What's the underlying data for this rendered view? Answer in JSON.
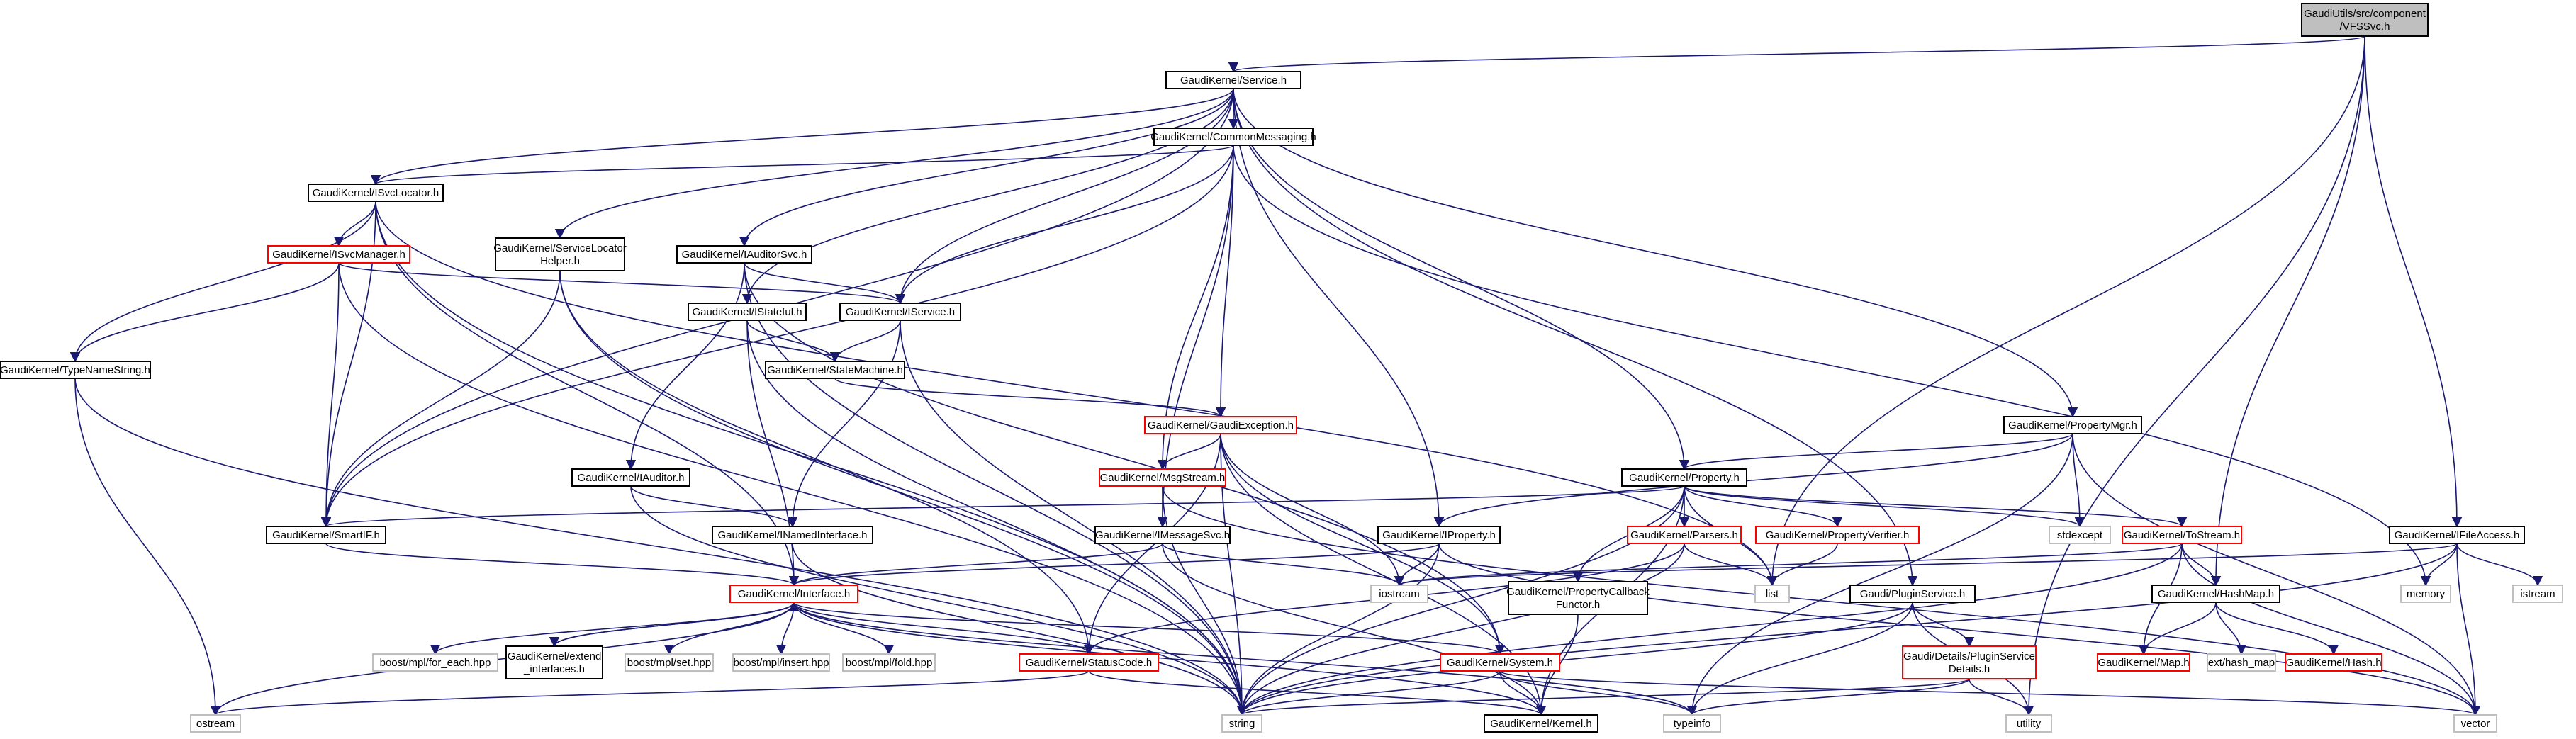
{
  "colors": {
    "edge": "#191970",
    "box_black": "#000000",
    "box_red": "#ff0000",
    "box_gray": "#bfbfbf",
    "root_fill": "#bfbfbf",
    "node_fill": "#ffffff",
    "text": "#000000"
  },
  "nodes": [
    {
      "id": "root",
      "label": "GaudiUtils/src/component\n/VFSSvc.h",
      "style": "root"
    },
    {
      "id": "service",
      "label": "GaudiKernel/Service.h",
      "style": "black"
    },
    {
      "id": "commonmsg",
      "label": "GaudiKernel/CommonMessaging.h",
      "style": "black"
    },
    {
      "id": "isvclocator",
      "label": "GaudiKernel/ISvcLocator.h",
      "style": "black"
    },
    {
      "id": "isvcmanager",
      "label": "GaudiKernel/ISvcManager.h",
      "style": "red"
    },
    {
      "id": "servicelocatorhelper",
      "label": "GaudiKernel/ServiceLocator\nHelper.h",
      "style": "black"
    },
    {
      "id": "iauditorsvc",
      "label": "GaudiKernel/IAuditorSvc.h",
      "style": "black"
    },
    {
      "id": "istateful",
      "label": "GaudiKernel/IStateful.h",
      "style": "black"
    },
    {
      "id": "iservice",
      "label": "GaudiKernel/IService.h",
      "style": "black"
    },
    {
      "id": "statemachine",
      "label": "GaudiKernel/StateMachine.h",
      "style": "black"
    },
    {
      "id": "typenamestring",
      "label": "GaudiKernel/TypeNameString.h",
      "style": "black"
    },
    {
      "id": "gaudiexception",
      "label": "GaudiKernel/GaudiException.h",
      "style": "red"
    },
    {
      "id": "iauditor",
      "label": "GaudiKernel/IAuditor.h",
      "style": "black"
    },
    {
      "id": "msgstream",
      "label": "GaudiKernel/MsgStream.h",
      "style": "red"
    },
    {
      "id": "smartif",
      "label": "GaudiKernel/SmartIF.h",
      "style": "black"
    },
    {
      "id": "inamedinterface",
      "label": "GaudiKernel/INamedInterface.h",
      "style": "black"
    },
    {
      "id": "imessagesvc",
      "label": "GaudiKernel/IMessageSvc.h",
      "style": "black"
    },
    {
      "id": "iproperty",
      "label": "GaudiKernel/IProperty.h",
      "style": "black"
    },
    {
      "id": "propertymgr",
      "label": "GaudiKernel/PropertyMgr.h",
      "style": "black"
    },
    {
      "id": "property",
      "label": "GaudiKernel/Property.h",
      "style": "black"
    },
    {
      "id": "parsers",
      "label": "GaudiKernel/Parsers.h",
      "style": "red"
    },
    {
      "id": "propertyverifier",
      "label": "GaudiKernel/PropertyVerifier.h",
      "style": "red"
    },
    {
      "id": "tostream",
      "label": "GaudiKernel/ToStream.h",
      "style": "red"
    },
    {
      "id": "ifileaccess",
      "label": "GaudiKernel/IFileAccess.h",
      "style": "black"
    },
    {
      "id": "propertycallback",
      "label": "GaudiKernel/PropertyCallback\nFunctor.h",
      "style": "black"
    },
    {
      "id": "interface",
      "label": "GaudiKernel/Interface.h",
      "style": "red"
    },
    {
      "id": "pluginservice",
      "label": "Gaudi/PluginService.h",
      "style": "black"
    },
    {
      "id": "hashmap",
      "label": "GaudiKernel/HashMap.h",
      "style": "black"
    },
    {
      "id": "for_each",
      "label": "boost/mpl/for_each.hpp",
      "style": "gray"
    },
    {
      "id": "extend",
      "label": "GaudiKernel/extend\n_interfaces.h",
      "style": "black"
    },
    {
      "id": "mplset",
      "label": "boost/mpl/set.hpp",
      "style": "gray"
    },
    {
      "id": "mplinsert",
      "label": "boost/mpl/insert.hpp",
      "style": "gray"
    },
    {
      "id": "mplfold",
      "label": "boost/mpl/fold.hpp",
      "style": "gray"
    },
    {
      "id": "statuscode",
      "label": "GaudiKernel/StatusCode.h",
      "style": "red"
    },
    {
      "id": "system",
      "label": "GaudiKernel/System.h",
      "style": "red"
    },
    {
      "id": "plugindetails",
      "label": "Gaudi/Details/PluginService\nDetails.h",
      "style": "red"
    },
    {
      "id": "map",
      "label": "GaudiKernel/Map.h",
      "style": "red"
    },
    {
      "id": "hashmap_ext",
      "label": "ext/hash_map",
      "style": "gray"
    },
    {
      "id": "hash",
      "label": "GaudiKernel/Hash.h",
      "style": "red"
    },
    {
      "id": "stdexcept",
      "label": "stdexcept",
      "style": "gray"
    },
    {
      "id": "iostream",
      "label": "iostream",
      "style": "gray"
    },
    {
      "id": "list",
      "label": "list",
      "style": "gray"
    },
    {
      "id": "memory",
      "label": "memory",
      "style": "gray"
    },
    {
      "id": "istream",
      "label": "istream",
      "style": "gray"
    },
    {
      "id": "ostream",
      "label": "ostream",
      "style": "gray"
    },
    {
      "id": "string",
      "label": "string",
      "style": "gray"
    },
    {
      "id": "kernel",
      "label": "GaudiKernel/Kernel.h",
      "style": "black"
    },
    {
      "id": "typeinfo",
      "label": "typeinfo",
      "style": "gray"
    },
    {
      "id": "utility",
      "label": "utility",
      "style": "gray"
    },
    {
      "id": "vector",
      "label": "vector",
      "style": "gray"
    }
  ],
  "edges": [
    [
      "root",
      "service"
    ],
    [
      "root",
      "ifileaccess"
    ],
    [
      "root",
      "hashmap"
    ],
    [
      "root",
      "list"
    ],
    [
      "root",
      "utility"
    ],
    [
      "service",
      "commonmsg"
    ],
    [
      "service",
      "isvclocator"
    ],
    [
      "service",
      "servicelocatorhelper"
    ],
    [
      "service",
      "iauditorsvc"
    ],
    [
      "service",
      "istateful"
    ],
    [
      "service",
      "iservice"
    ],
    [
      "service",
      "smartif"
    ],
    [
      "service",
      "iproperty"
    ],
    [
      "service",
      "property"
    ],
    [
      "service",
      "propertymgr"
    ],
    [
      "service",
      "pluginservice"
    ],
    [
      "commonmsg",
      "isvclocator"
    ],
    [
      "commonmsg",
      "iservice"
    ],
    [
      "commonmsg",
      "smartif"
    ],
    [
      "commonmsg",
      "gaudiexception"
    ],
    [
      "commonmsg",
      "msgstream"
    ],
    [
      "commonmsg",
      "imessagesvc"
    ],
    [
      "commonmsg",
      "memory"
    ],
    [
      "isvclocator",
      "isvcmanager"
    ],
    [
      "isvclocator",
      "typenamestring"
    ],
    [
      "isvclocator",
      "smartif"
    ],
    [
      "isvclocator",
      "interface"
    ],
    [
      "isvclocator",
      "string"
    ],
    [
      "isvclocator",
      "list"
    ],
    [
      "isvcmanager",
      "iservice"
    ],
    [
      "isvcmanager",
      "typenamestring"
    ],
    [
      "isvcmanager",
      "smartif"
    ],
    [
      "isvcmanager",
      "string"
    ],
    [
      "servicelocatorhelper",
      "smartif"
    ],
    [
      "servicelocatorhelper",
      "statuscode"
    ],
    [
      "servicelocatorhelper",
      "string"
    ],
    [
      "iauditorsvc",
      "iservice"
    ],
    [
      "iauditorsvc",
      "iauditor"
    ],
    [
      "iauditorsvc",
      "system"
    ],
    [
      "iauditorsvc",
      "string"
    ],
    [
      "istateful",
      "statemachine"
    ],
    [
      "istateful",
      "interface"
    ],
    [
      "istateful",
      "string"
    ],
    [
      "iservice",
      "statemachine"
    ],
    [
      "iservice",
      "inamedinterface"
    ],
    [
      "iservice",
      "string"
    ],
    [
      "statemachine",
      "gaudiexception"
    ],
    [
      "typenamestring",
      "string"
    ],
    [
      "typenamestring",
      "ostream"
    ],
    [
      "gaudiexception",
      "msgstream"
    ],
    [
      "gaudiexception",
      "statuscode"
    ],
    [
      "gaudiexception",
      "system"
    ],
    [
      "gaudiexception",
      "string"
    ],
    [
      "gaudiexception",
      "iostream"
    ],
    [
      "gaudiexception",
      "kernel"
    ],
    [
      "iauditor",
      "inamedinterface"
    ],
    [
      "iauditor",
      "string"
    ],
    [
      "msgstream",
      "imessagesvc"
    ],
    [
      "msgstream",
      "string"
    ],
    [
      "msgstream",
      "vector"
    ],
    [
      "smartif",
      "interface"
    ],
    [
      "inamedinterface",
      "interface"
    ],
    [
      "inamedinterface",
      "string"
    ],
    [
      "imessagesvc",
      "interface"
    ],
    [
      "imessagesvc",
      "kernel"
    ],
    [
      "imessagesvc",
      "iostream"
    ],
    [
      "iproperty",
      "interface"
    ],
    [
      "iproperty",
      "string"
    ],
    [
      "iproperty",
      "iostream"
    ],
    [
      "iproperty",
      "vector"
    ],
    [
      "propertymgr",
      "iproperty"
    ],
    [
      "propertymgr",
      "property"
    ],
    [
      "propertymgr",
      "stdexcept"
    ],
    [
      "propertymgr",
      "typeinfo"
    ],
    [
      "propertymgr",
      "vector"
    ],
    [
      "property",
      "smartif"
    ],
    [
      "property",
      "parsers"
    ],
    [
      "property",
      "propertyverifier"
    ],
    [
      "property",
      "tostream"
    ],
    [
      "property",
      "propertycallback"
    ],
    [
      "property",
      "string"
    ],
    [
      "property",
      "list"
    ],
    [
      "property",
      "stdexcept"
    ],
    [
      "property",
      "kernel"
    ],
    [
      "parsers",
      "statuscode"
    ],
    [
      "parsers",
      "list"
    ],
    [
      "parsers",
      "string"
    ],
    [
      "propertyverifier",
      "list"
    ],
    [
      "tostream",
      "hashmap"
    ],
    [
      "tostream",
      "map"
    ],
    [
      "tostream",
      "iostream"
    ],
    [
      "tostream",
      "string"
    ],
    [
      "tostream",
      "vector"
    ],
    [
      "ifileaccess",
      "iostream"
    ],
    [
      "ifileaccess",
      "memory"
    ],
    [
      "ifileaccess",
      "istream"
    ],
    [
      "ifileaccess",
      "string"
    ],
    [
      "ifileaccess",
      "vector"
    ],
    [
      "propertycallback",
      "kernel"
    ],
    [
      "interface",
      "for_each"
    ],
    [
      "interface",
      "extend"
    ],
    [
      "interface",
      "mplset"
    ],
    [
      "interface",
      "mplinsert"
    ],
    [
      "interface",
      "mplfold"
    ],
    [
      "interface",
      "statuscode"
    ],
    [
      "interface",
      "system"
    ],
    [
      "interface",
      "kernel"
    ],
    [
      "interface",
      "ostream"
    ],
    [
      "interface",
      "typeinfo"
    ],
    [
      "extend",
      "interface"
    ],
    [
      "statuscode",
      "ostream"
    ],
    [
      "statuscode",
      "kernel"
    ],
    [
      "system",
      "kernel"
    ],
    [
      "system",
      "string"
    ],
    [
      "system",
      "typeinfo"
    ],
    [
      "system",
      "vector"
    ],
    [
      "pluginservice",
      "plugindetails"
    ],
    [
      "pluginservice",
      "string"
    ],
    [
      "pluginservice",
      "typeinfo"
    ],
    [
      "pluginservice",
      "utility"
    ],
    [
      "plugindetails",
      "string"
    ],
    [
      "plugindetails",
      "typeinfo"
    ],
    [
      "plugindetails",
      "utility"
    ],
    [
      "hashmap",
      "map"
    ],
    [
      "hashmap",
      "hashmap_ext"
    ],
    [
      "hashmap",
      "hash"
    ]
  ]
}
